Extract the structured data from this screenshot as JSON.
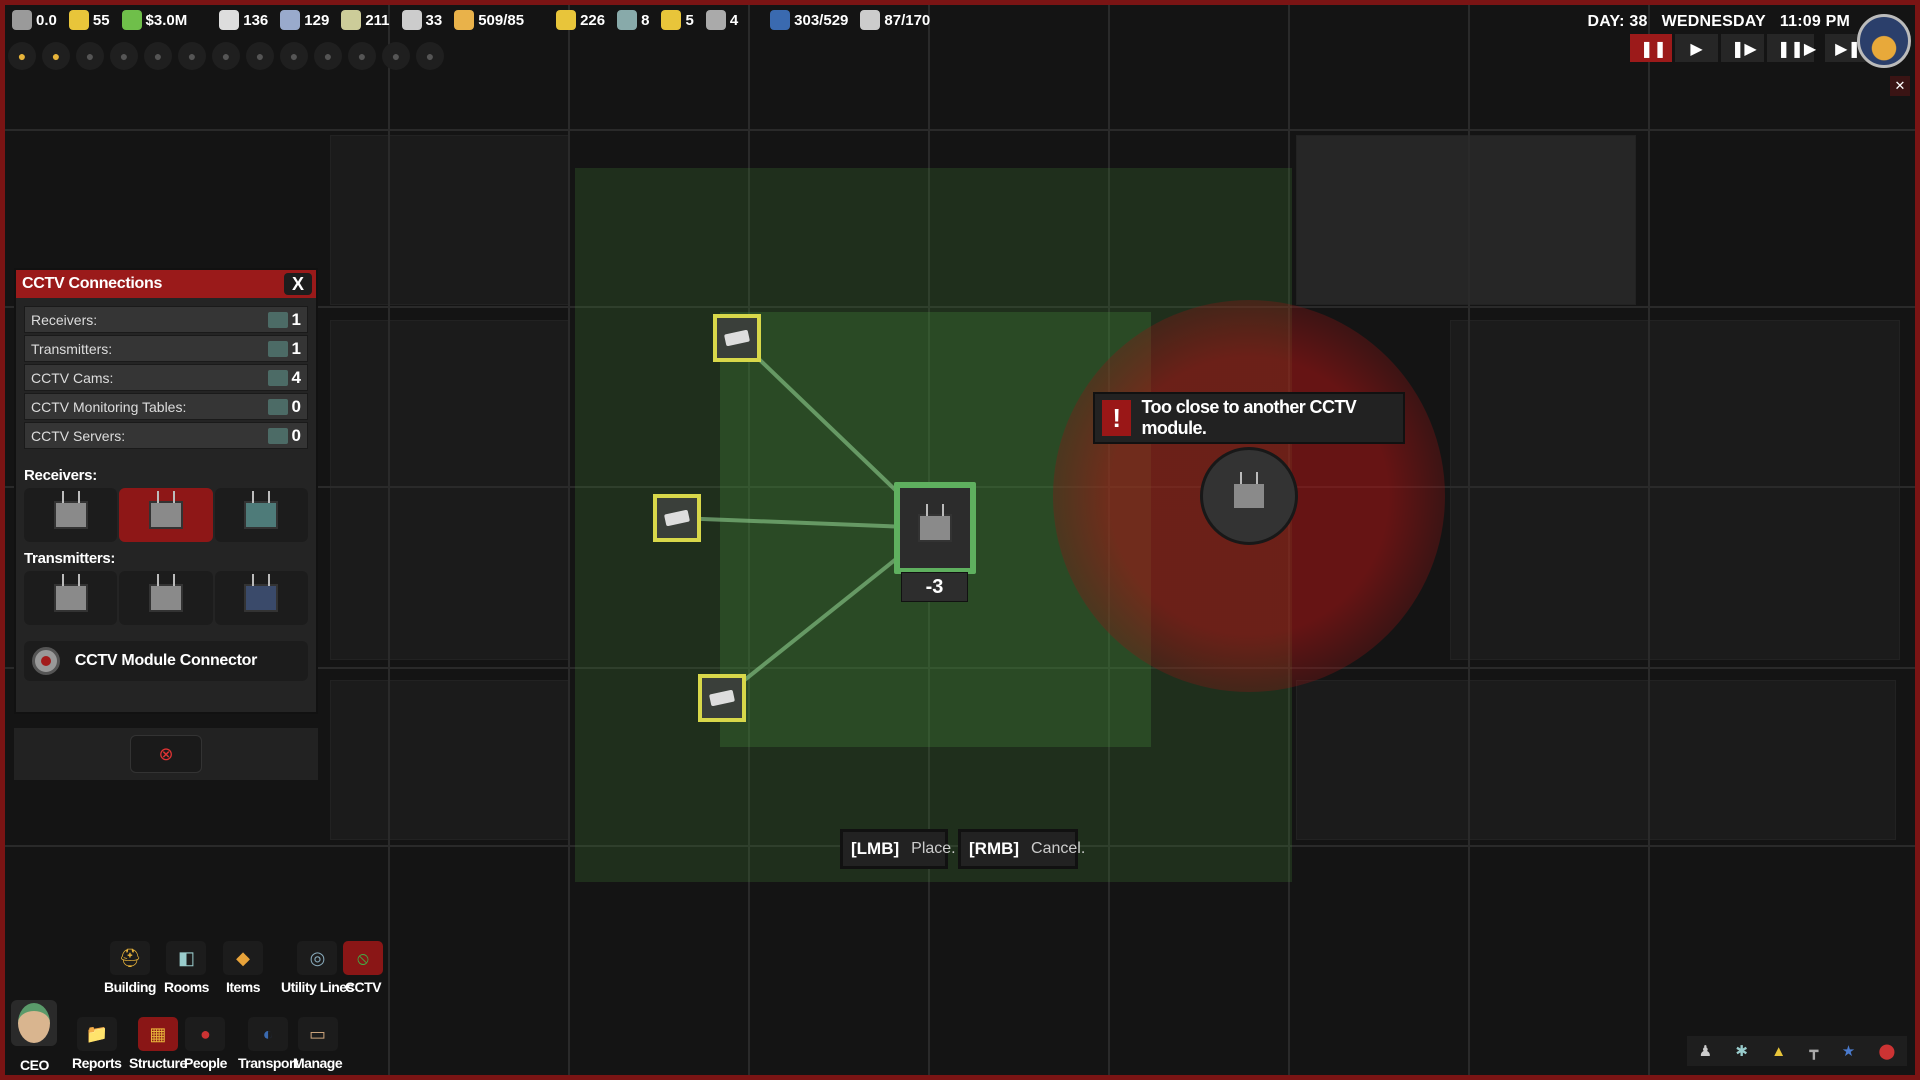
{
  "topbar": {
    "stats": [
      {
        "icon": "star-rating-icon",
        "value": "0.0",
        "color": "#9a9a9a"
      },
      {
        "icon": "happiness-face-icon",
        "value": "55",
        "color": "#e8c53a"
      },
      {
        "icon": "money-icon",
        "value": "$3.0M",
        "color": "#6fbf4a"
      },
      {
        "icon": "employees-icon",
        "value": "136",
        "color": "#ddd"
      },
      {
        "icon": "staff-badge-icon",
        "value": "129",
        "color": "#9ac"
      },
      {
        "icon": "calendar-icon",
        "value": "211",
        "color": "#cc9"
      },
      {
        "icon": "calculator-icon",
        "value": "33",
        "color": "#ccc"
      },
      {
        "icon": "storage-box-icon",
        "value": "509/85",
        "color": "#e9b24a"
      },
      {
        "icon": "battery-icon",
        "value": "226",
        "color": "#e8c53a"
      },
      {
        "icon": "water-valve-icon",
        "value": "8",
        "color": "#8aa"
      },
      {
        "icon": "gas-valve-icon",
        "value": "5",
        "color": "#e8c53a"
      },
      {
        "icon": "router-icon",
        "value": "4",
        "color": "#aaa"
      },
      {
        "icon": "transport-seat-icon",
        "value": "303/529",
        "color": "#3a6ab0"
      },
      {
        "icon": "guard-icon",
        "value": "87/170",
        "color": "#ccc"
      }
    ],
    "overlay_icons": [
      "money-stack-icon",
      "star-icon",
      "office-icon",
      "boxes-icon",
      "masks-icon",
      "ghost-icon",
      "safe-icon",
      "police-icon",
      "globe-icon",
      "camera-icon",
      "popcorn-icon",
      "trophy-icon",
      "diamond-icon"
    ]
  },
  "clock": {
    "day": "DAY: 38",
    "weekday": "WEDNESDAY",
    "time": "11:09 PM"
  },
  "speed": {
    "pause": "❚❚",
    "play": "▶",
    "fast": "❚▶",
    "faster": "❚❚▶",
    "skip": "▶❚"
  },
  "mini_close": "✕",
  "panel": {
    "title": "CCTV Connections",
    "close": "X",
    "stats": [
      {
        "label": "Receivers:",
        "icon": "receiver-icon",
        "value": "1"
      },
      {
        "label": "Transmitters:",
        "icon": "transmitter-icon",
        "value": "1"
      },
      {
        "label": "CCTV Cams:",
        "icon": "cctv-cam-icon",
        "value": "4"
      },
      {
        "label": "CCTV Monitoring Tables:",
        "icon": "monitoring-table-icon",
        "value": "0"
      },
      {
        "label": "CCTV Servers:",
        "icon": "server-icon",
        "value": "0"
      }
    ],
    "receivers_heading": "Receivers:",
    "transmitters_heading": "Transmitters:",
    "connector_label": "CCTV Module Connector",
    "selected_receiver": 2
  },
  "placement": {
    "value": "-3",
    "error": "Too close to another CCTV module.",
    "warn_icon": "!"
  },
  "hints": [
    {
      "key": "[LMB]",
      "action": "Place."
    },
    {
      "key": "[RMB]",
      "action": "Cancel."
    }
  ],
  "toolbar": {
    "top": [
      {
        "label": "Building",
        "icon": "hard-hat-icon",
        "glyph": "⛑"
      },
      {
        "label": "Rooms",
        "icon": "rooms-icon",
        "glyph": "◧"
      },
      {
        "label": "Items",
        "icon": "shapes-icon",
        "glyph": "◆"
      },
      {
        "label": "Utility Lines",
        "icon": "utility-meter-icon",
        "glyph": "◎"
      },
      {
        "label": "CCTV",
        "icon": "cctv-icon",
        "glyph": "⦸"
      }
    ],
    "bottom": [
      {
        "label": "CEO",
        "icon": "ceo-avatar"
      },
      {
        "label": "Reports",
        "icon": "folder-icon",
        "glyph": "📁"
      },
      {
        "label": "Structure",
        "icon": "barrier-icon",
        "glyph": "▦"
      },
      {
        "label": "People",
        "icon": "person-icon",
        "glyph": "●"
      },
      {
        "label": "Transport",
        "icon": "seat-icon",
        "glyph": "◐"
      },
      {
        "label": "Manage",
        "icon": "briefcase-icon",
        "glyph": "▭"
      }
    ]
  },
  "tray": [
    {
      "icon": "person-stand-icon",
      "glyph": "♟"
    },
    {
      "icon": "broken-item-icon",
      "glyph": "✱"
    },
    {
      "icon": "lamp-icon",
      "glyph": "▲"
    },
    {
      "icon": "screw-icon",
      "glyph": "┳"
    },
    {
      "icon": "police-badge-icon",
      "glyph": "★"
    },
    {
      "icon": "map-pin-icon",
      "glyph": "⬤"
    }
  ]
}
